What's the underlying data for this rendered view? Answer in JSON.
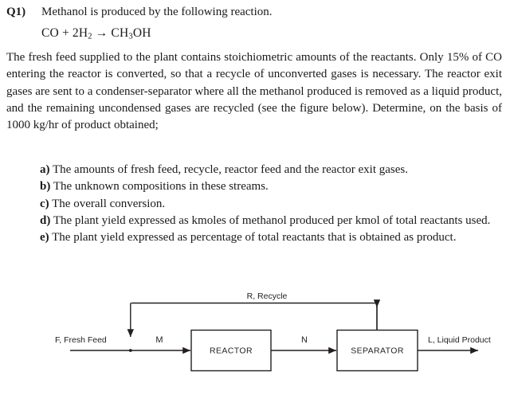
{
  "question": {
    "number": "Q1)",
    "title": "Methanol is produced by the following reaction.",
    "equation": {
      "reactant_1": "CO",
      "plus": "+",
      "reactant_2_coefficient": "2",
      "reactant_2_formula": "H",
      "reactant_2_subscript": "2",
      "arrow": "→",
      "product_part_1": "CH",
      "product_subscript": "3",
      "product_part_2": "OH",
      "full_text": "CO + 2H2 → CH3OH"
    },
    "body": "The fresh feed supplied to the plant contains stoichiometric amounts of the reactants. Only 15% of CO entering the reactor is converted, so that a recycle of unconverted gases is necessary. The reactor exit gases are sent to a condenser-separator where all the methanol produced is removed as a liquid product, and the remaining uncondensed gases are recycled (see the figure below). Determine, on the basis of 1000 kg/hr of product obtained;",
    "sub_questions": [
      {
        "marker": "a)",
        "text": "The amounts of fresh feed, recycle, reactor feed and the reactor exit gases."
      },
      {
        "marker": "b)",
        "text": "The unknown compositions in these streams."
      },
      {
        "marker": "c)",
        "text": "The overall conversion."
      },
      {
        "marker": "d)",
        "text": "The plant yield expressed as kmoles of methanol produced per kmol of total reactants used."
      },
      {
        "marker": "e)",
        "text": "The plant yield expressed as percentage of total reactants that is obtained as product."
      }
    ]
  },
  "diagram": {
    "labels": {
      "recycle": "R, Recycle",
      "fresh_feed": "F, Fresh Feed",
      "reactor_feed": "M",
      "reactor_exit": "N",
      "liquid_product": "L, Liquid Product"
    },
    "units": [
      {
        "name": "REACTOR"
      },
      {
        "name": "SEPARATOR"
      }
    ],
    "colors": {
      "line": "#231f20",
      "text": "#222222",
      "fill": "#ffffff"
    }
  }
}
